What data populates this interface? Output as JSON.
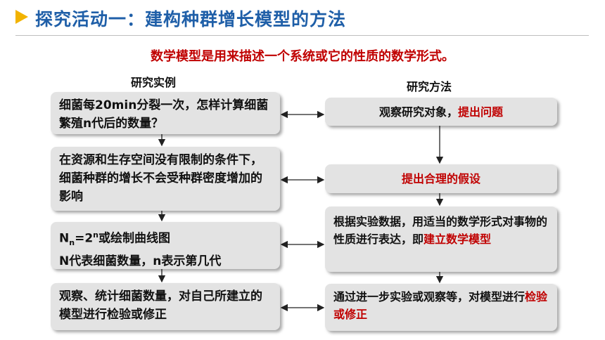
{
  "header": {
    "title": "探究活动一：建构种群增长模型的方法"
  },
  "subtitle": "数学模型是用来描述一个系统或它的性质的数学形式。",
  "columns": {
    "left_heading": "研究实例",
    "right_heading": "研究方法"
  },
  "left_boxes": [
    {
      "text": "细菌每20min分裂一次，怎样计算细菌繁殖n代后的数量？"
    },
    {
      "text": "在资源和生存空间没有限制的条件下，细菌种群的增长不会受种群密度增加的影响"
    },
    {
      "formula_base": "N",
      "formula_sub": "n",
      "formula_eq": "=2",
      "formula_sup": "n",
      "formula_tail": "或绘制曲线图",
      "line2": "N代表细菌数量，n表示第几代"
    },
    {
      "text": "观察、统计细菌数量，对自己所建立的模型进行检验或修正"
    }
  ],
  "right_boxes": [
    {
      "plain": "观察研究对象，",
      "highlight": "提出问题"
    },
    {
      "plain": "",
      "highlight": "提出合理的假设"
    },
    {
      "plain": "根据实验数据，用适当的数学形式对事物的性质进行表达，即",
      "highlight": "建立数学模型"
    },
    {
      "plain": "通过进一步实验或观察等，对模型进行",
      "highlight": "检验或修正"
    }
  ],
  "colors": {
    "title": "#1f5fa8",
    "accent_triangle": "#f2b300",
    "highlight": "#c00000",
    "box_fill": "#e3e3e3"
  }
}
